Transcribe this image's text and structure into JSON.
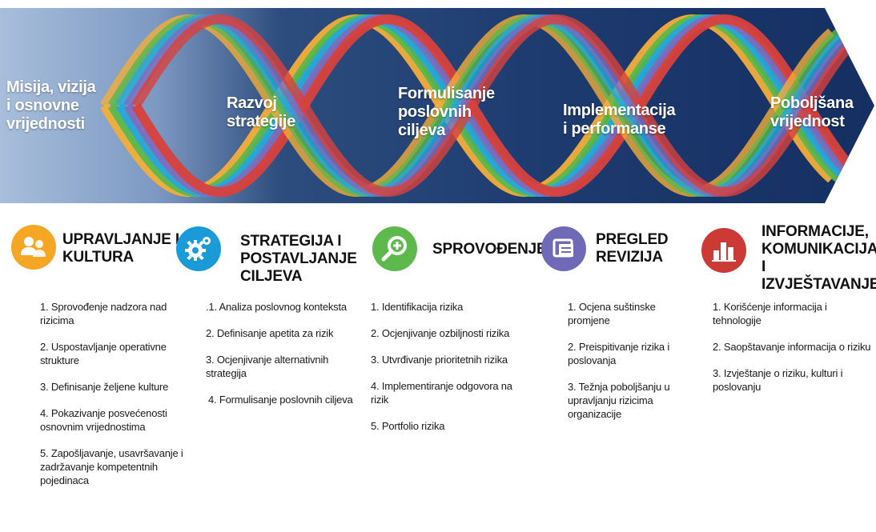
{
  "stages": [
    {
      "lines": [
        "Misija, vizija",
        "i osnovne",
        "vrijednosti"
      ]
    },
    {
      "lines": [
        "Razvoj",
        "strategije"
      ]
    },
    {
      "lines": [
        "Formulisanje",
        "poslovnih",
        "ciljeva"
      ]
    },
    {
      "lines": [
        "Implementacija",
        "i performanse"
      ]
    },
    {
      "lines": [
        "Poboljšana",
        "vrijednost"
      ]
    }
  ],
  "components": [
    {
      "icon": "people-icon",
      "color": "#F5A623",
      "title_lines": [
        "UPRAVLJANJE I",
        "KULTURA"
      ],
      "items": [
        "1. Sprovođenje nadzora nad rizicima",
        "2. Uspostavljanje operativne strukture",
        "3. Definisanje željene kulture",
        "4. Pokazivanje posvećenosti osnovnim vrijednostima",
        "5. Zapošljavanje, usavršavanje i zadržavanje kompetentnih pojedinaca"
      ]
    },
    {
      "icon": "gears-icon",
      "color": "#1A9AD6",
      "title_lines": [
        "STRATEGIJA I",
        "POSTAVLJANJE",
        "CILJEVA"
      ],
      "items": [
        ".1. Analiza poslovnog konteksta",
        "2. Definisanje apetita za rizik",
        "3. Ocjenjivanje alternativnih strategija",
        "4. Formulisanje poslovnih ciljeva"
      ]
    },
    {
      "icon": "magnifier-plus-icon",
      "color": "#5DB94B",
      "title_lines": [
        "SPROVOĐENJE"
      ],
      "items": [
        "1. Identifikacija rizika",
        "2. Ocjenjivanje ozbiljnosti rizika",
        "3. Utvrđivanje prioritetnih rizika",
        "4. Implementiranje odgovora na rizik",
        "5. Portfolio rizika"
      ]
    },
    {
      "icon": "document-review-icon",
      "color": "#6F6AB8",
      "title_lines": [
        "PREGLED",
        "REVIZIJA"
      ],
      "items": [
        "1. Ocjena suštinske promjene",
        "2. Preispitivanje rizika i poslovanja",
        "3. Težnja poboljšanju u upravljanju rizicima organizacije"
      ]
    },
    {
      "icon": "bar-chart-icon",
      "color": "#CC3A36",
      "title_lines": [
        "INFORMACIJE,",
        "KOMUNIKACIJA I",
        "IZVJEŠTAVANJE"
      ],
      "items": [
        "1. Korišćenje informacija i tehnologije",
        "2. Saopštavanje informacija o riziku",
        "3. Izvještanje o riziku, kulturi i poslovanju"
      ]
    }
  ],
  "ribbon_colors": [
    "#F3AE3A",
    "#5CB84A",
    "#27A9D8",
    "#7D6DBF",
    "#D8413B"
  ],
  "banner_colors": {
    "light": "#9BB3D3",
    "mid": "#3D5E8C",
    "dark": "#173468"
  }
}
